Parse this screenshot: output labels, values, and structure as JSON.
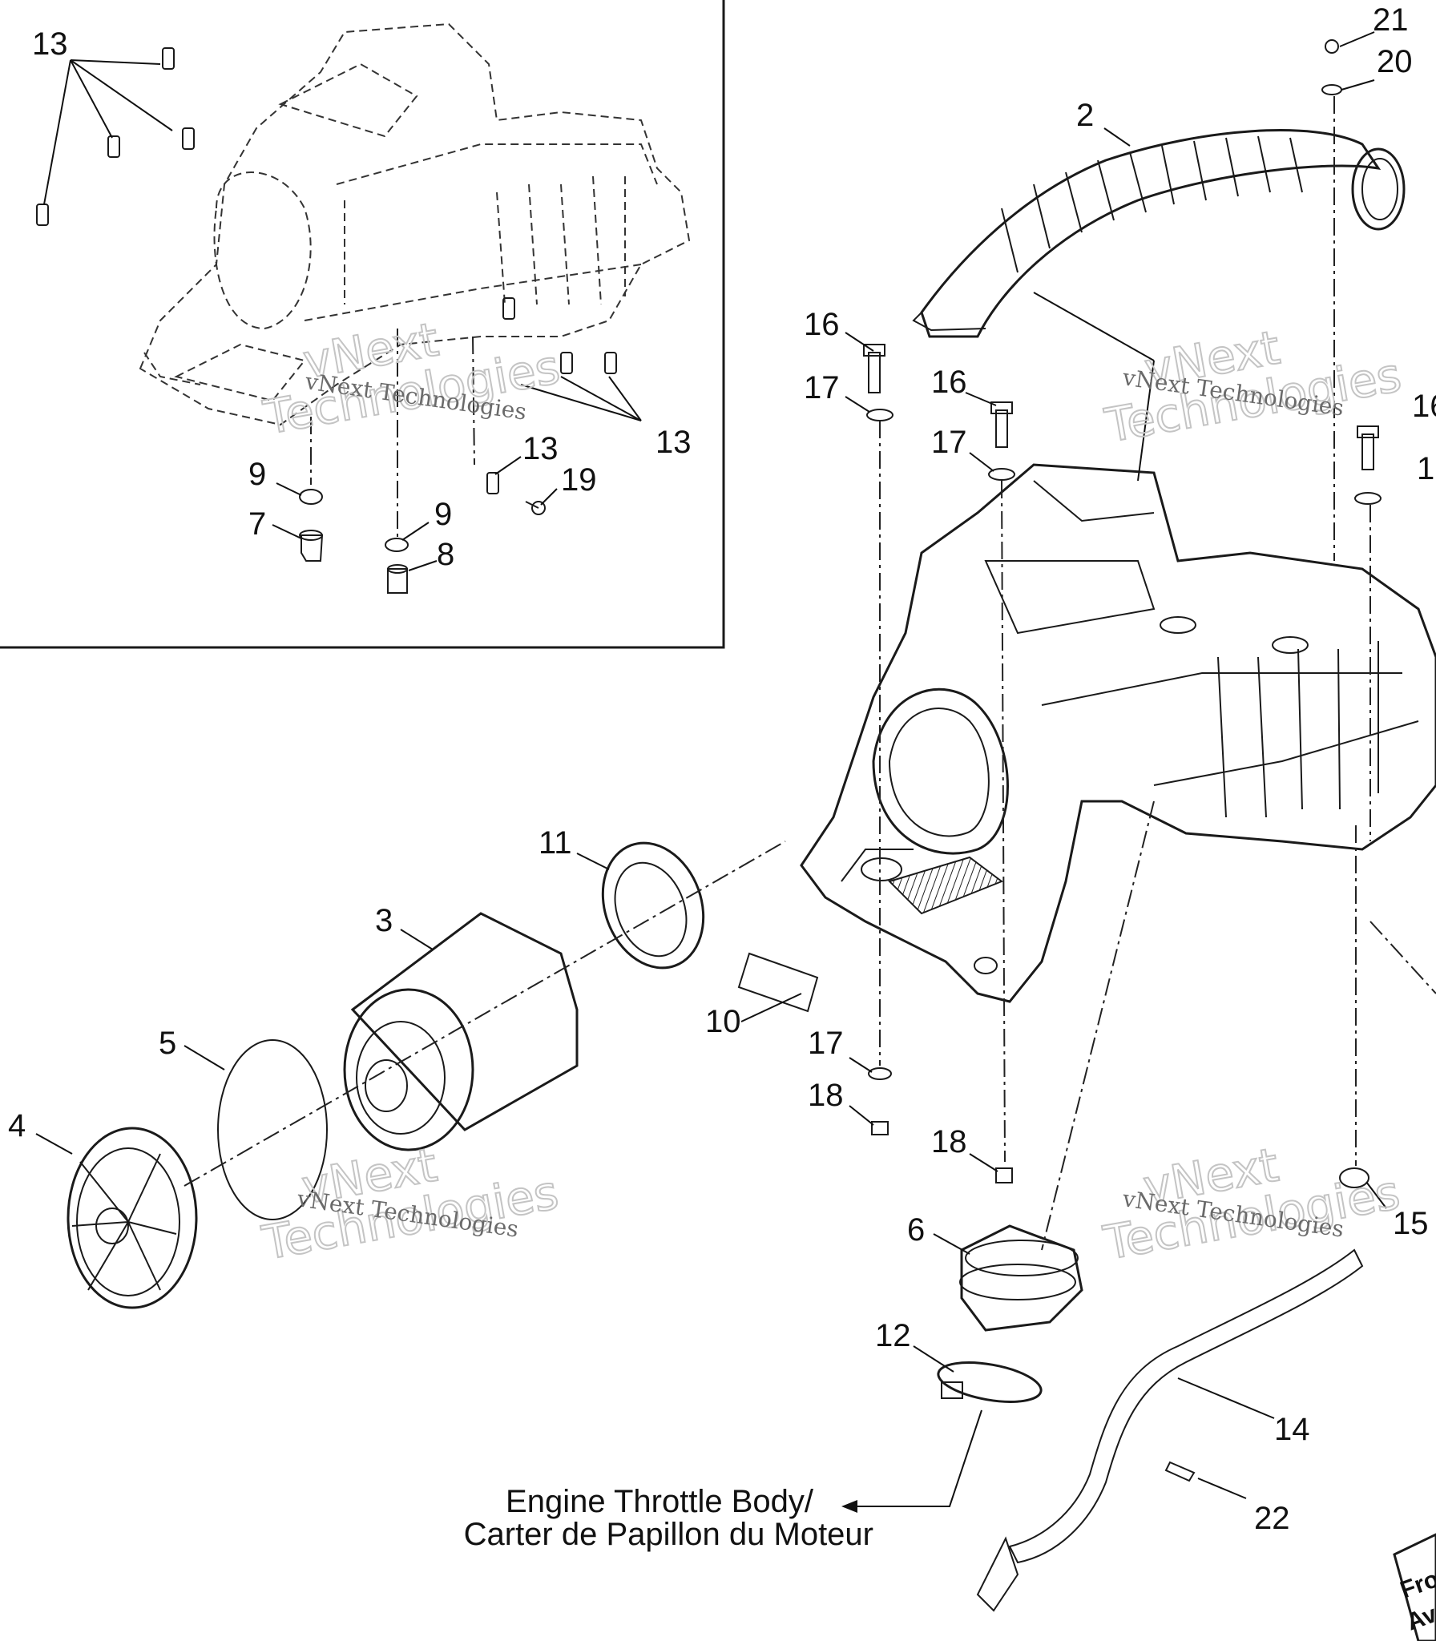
{
  "callouts": {
    "c2": "2",
    "c3": "3",
    "c4": "4",
    "c5": "5",
    "c6": "6",
    "c7": "7",
    "c8": "8",
    "c9": "9",
    "c10": "10",
    "c11": "11",
    "c12": "12",
    "c13": "13",
    "c14": "14",
    "c15": "15",
    "c16": "16",
    "c17": "17",
    "c18": "18",
    "c19": "19",
    "c20": "20",
    "c21": "21",
    "c22": "22"
  },
  "caption": {
    "line1": "Engine Throttle Body/",
    "line2": "Carter de Papillon du Moteur"
  },
  "corner_tag": {
    "line1": "Fro",
    "line2": "Av"
  },
  "watermark": {
    "line1": "vNext",
    "line2": "Technologies",
    "small": "vNext Technologies"
  }
}
